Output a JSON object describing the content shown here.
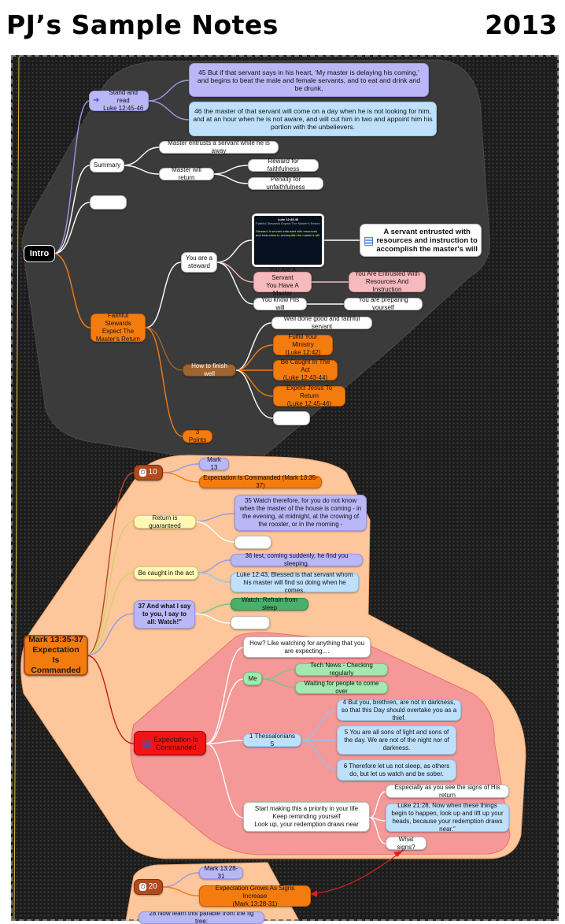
{
  "header": {
    "title": "PJ’s Sample Notes",
    "year": "2013"
  },
  "intro": {
    "root": "Intro",
    "stand_and_read": "Stand and read\nLuke 12:45-46",
    "v45": "45  But if that servant says in his heart, ‘My master is delaying his coming,’ and begins to beat the male and female servants, and to eat and drink and be drunk,",
    "v46": "46  the master of that servant will come on a day when he is not looking for him, and at an hour when he is not aware, and will cut him in two and appoint him his portion with the unbelievers.",
    "summary": "Summary",
    "entrusts": "Master entrusts a servant while he is away",
    "will_return": "Master will return",
    "reward": "Reward for faithfulness",
    "penalty": "Penalty for unfaithfulness",
    "faithful_stewards": "Faithful Stewards\nExpect The\nMaster's Return",
    "you_are_steward": "You are a\nsteward",
    "slide_title": "Luke 12:45-46",
    "slide_subtitle": "Faithful Stewards Expect The Master's Return",
    "slide_body": "Steward: A servant entrusted with resources and instruction to accomplish the master's will",
    "definition": "A servant entrusted with resources and instruction to accomplish the master's will",
    "servant_have_master": "You Are A Servant\nYou Have A Master",
    "entrusted_with": "You Are Entrusted With\nResources And Instruction",
    "know_his_will": "You know His will",
    "preparing": "You are preparing yourself",
    "how_to_finish": "How to finish well",
    "well_done": "Well done good and faithful servant",
    "fulfill": "Fulfill Your Ministry\n(Luke 12:42)",
    "caught": "Be Caught In The Act\n(Luke 12:43-44)",
    "expect": "Expect Jesus To Return\n(Luke 12:45-46)",
    "three_points": "3 Points"
  },
  "mark": {
    "ten": "10",
    "mark13": "Mark 13",
    "expect_cmd": "Expectation Is Commanded (Mark 13:35-37)",
    "return_guaranteed": "Return is guaranteed",
    "v35": "35  Watch therefore, for you do not know when the master of the house is coming - in the evening, at midnight, at the crowing of the rooster, or in the morning -",
    "caught_in_act": "Be caught in the act",
    "v36": "36  lest, coming suddenly, he find you sleeping.",
    "luke1243": "Luke 12:43, Blessed is that servant whom his master will find so doing when he comes.",
    "v37": "37  And what I say to you, I say to all: Watch!\"",
    "refrain": "Watch: Refrain from sleep",
    "root": "Mark 13:35-37\nExpectation Is\nCommanded",
    "expectation_red": "Expectation Is\nCommanded",
    "how_like": "How? Like watching for anything that you are expecting....",
    "me": "Me",
    "tech": "Tech News - Checking regularly",
    "waiting": "Waiting for people to come over",
    "thess": "1 Thessalonians 5",
    "t4": "4  But you, brethren, are not in darkness, so that this Day should overtake you as a thief.",
    "t5": "5  You are all sons of light and sons of the day. We are not of the night nor of darkness.",
    "t6": "6  Therefore let us not sleep, as others do, but let us watch and be sober.",
    "start_making": "Start making this a priority in your life\nKeep reminding yourself\nLook up, your redemption draws near",
    "especially": "Especially as you see the signs of His return",
    "luke2128": "Luke 21:28, Now when these things begin to happen, look up and lift up your heads, because your redemption draws near.\"",
    "what_signs": "What signs?"
  },
  "next": {
    "twenty": "20",
    "mark1328": "Mark 13:28-31",
    "grows": "Expectation Grows As Signs Increase\n(Mark 13:28-31)",
    "v28": "28  Now learn this parable from the fig tree:"
  },
  "colors": {
    "canvas": "#1c1c1c",
    "intro_shape": "#3a3a3a",
    "mark_shape": "#fdc79b",
    "inner_shape": "#f59898",
    "orange": "#f47c0f",
    "red": "#f21414"
  }
}
